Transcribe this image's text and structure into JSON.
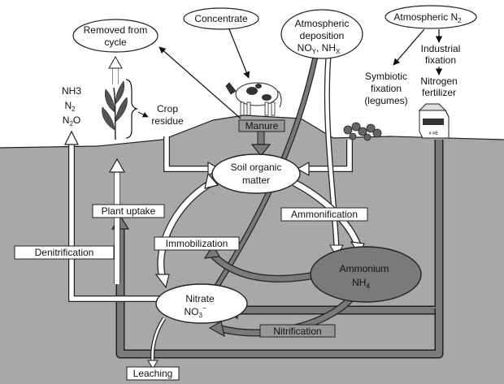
{
  "labels": {
    "concentrate": "Concentrate",
    "removed_line1": "Removed from",
    "removed_line2": "cycle",
    "atm_dep_line1": "Atmospheric",
    "atm_dep_line2": "deposition",
    "atm_dep_noy": "NO",
    "atm_dep_noy_sub": "Y",
    "atm_dep_nhx": ", NH",
    "atm_dep_nhx_sub": "X",
    "atm_n2": "Atmospheric N",
    "atm_n2_sub": "2",
    "industrial_line1": "Industrial",
    "industrial_line2": "fixation",
    "nitrogen_fert_line1": "Nitrogen",
    "nitrogen_fert_line2": "fertilizer",
    "symbiotic_line1": "Symbiotic",
    "symbiotic_line2": "fixation",
    "symbiotic_line3": "(legumes)",
    "nh3": "NH3",
    "n2": "N",
    "n2_sub": "2",
    "n2o": "N",
    "n2o_sub": "2",
    "n2o_tail": "O",
    "crop_line1": "Crop",
    "crop_line2": "residue",
    "manure": "Manure",
    "som_line1": "Soil organic",
    "som_line2": "matter",
    "plant_uptake": "Plant uptake",
    "ammonification": "Ammonification",
    "denitrification": "Denitrification",
    "immobilization": "Immobilization",
    "ammonium_line1": "Ammonium",
    "ammonium_formula": "NH",
    "ammonium_sub": "4",
    "nitrate_line1": "Nitrate",
    "nitrate_formula": "NO",
    "nitrate_sub": "3",
    "nitrate_sup": "−",
    "nitrification": "Nitrification",
    "leaching": "Leaching",
    "carton_text": "# #6"
  },
  "colors": {
    "background": "#ffffff",
    "soil": "#a8a8a8",
    "dark_flow": "#777777",
    "ammonium_fill": "#7a7a7a",
    "light_flow": "#ffffff",
    "outline": "#111111"
  }
}
